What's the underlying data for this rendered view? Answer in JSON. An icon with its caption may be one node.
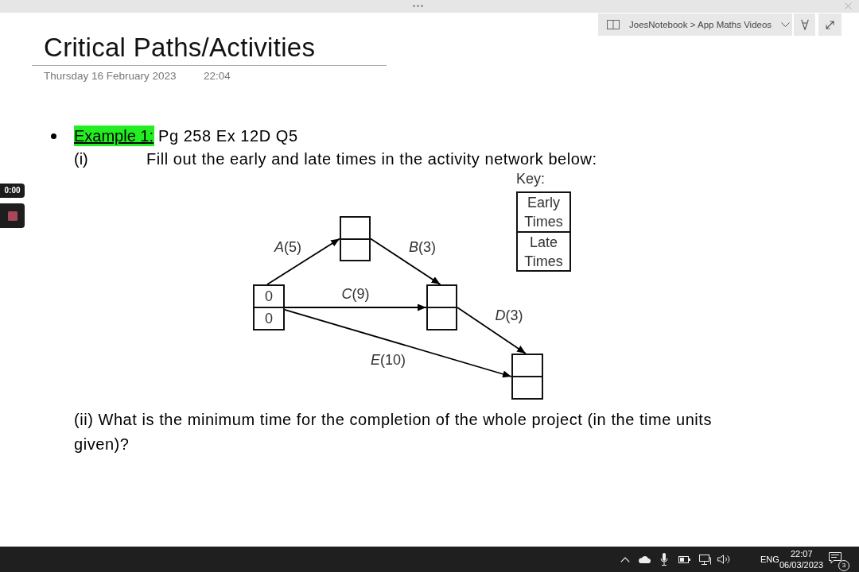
{
  "diagram": {
    "title": "Critical Paths/Activities",
    "nodes": [
      {
        "text": [
          "0",
          "0"
        ]
      },
      {
        "text": [],
        "shape": "box"
      },
      {
        "text": [],
        "shape": "box"
      },
      {
        "text": [],
        "shape": "box"
      },
      {
        "text": [
          "Key:",
          "Early Times",
          "Late Times"
        ]
      }
    ],
    "edges": [
      {
        "from": 0,
        "to": 1,
        "arrow": "to",
        "label": "*A*(5)"
      },
      {
        "from": 1,
        "to": 2,
        "arrow": "to",
        "label": "*B*(3)"
      },
      {
        "from": 0,
        "to": 2,
        "arrow": "to",
        "label": "*C*(9)"
      },
      {
        "from": 2,
        "to": 3,
        "arrow": "to",
        "label": "*D*(3)"
      },
      {
        "from": 0,
        "to": 3,
        "arrow": "to",
        "label": "*E*(10)"
      }
    ],
    "labels": [
      "JoesNotebook > App Maths Videos",
      "Thursday 16 February 2023",
      "22:04",
      "Example 1:",
      "Pg 258 Ex 12D Q5",
      "(i)",
      "Fill out the early and late times in the activity network below:",
      "0:00",
      "(ii) What is the minimum time for the completion of the whole project (in the time units given)?",
      "ENG",
      "22:07",
      "06/03/2023",
      "3"
    ]
  }
}
